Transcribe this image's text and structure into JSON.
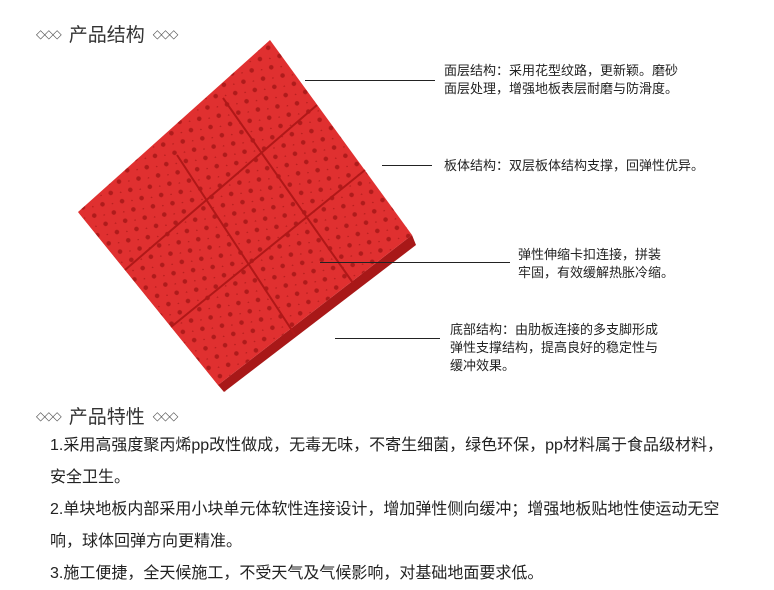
{
  "structure": {
    "title": "产品结构",
    "decor": "◇◇◇",
    "notes": [
      {
        "lines": [
          "面层结构：采用花型纹路，更新颖。磨砂",
          "面层处理，增强地板表层耐磨与防滑度。"
        ]
      },
      {
        "lines": [
          "板体结构：双层板体结构支撑，回弹性优异。"
        ]
      },
      {
        "lines": [
          "弹性伸缩卡扣连接，拼装",
          "牢固，有效缓解热胀冷缩。"
        ]
      },
      {
        "lines": [
          "底部结构：由肋板连接的多支脚形成",
          "弹性支撑结构，提高良好的稳定性与",
          "缓冲效果。"
        ]
      }
    ]
  },
  "features": {
    "title": "产品特性",
    "decor": "◇◇◇",
    "items": [
      "1.采用高强度聚丙烯pp改性做成，无毒无味，不寄生细菌，绿色环保，pp材料属于食品级材料，安全卫生。",
      "2.单块地板内部采用小块单元体软性连接设计，增加弹性侧向缓冲；增强地板贴地性使运动无空响，球体回弹方向更精准。",
      "3.施工便捷，全天候施工，不受天气及气候影响，对基础地面要求低。"
    ]
  },
  "colors": {
    "tile": "#e03030",
    "tile_dark": "#b51c1c"
  }
}
